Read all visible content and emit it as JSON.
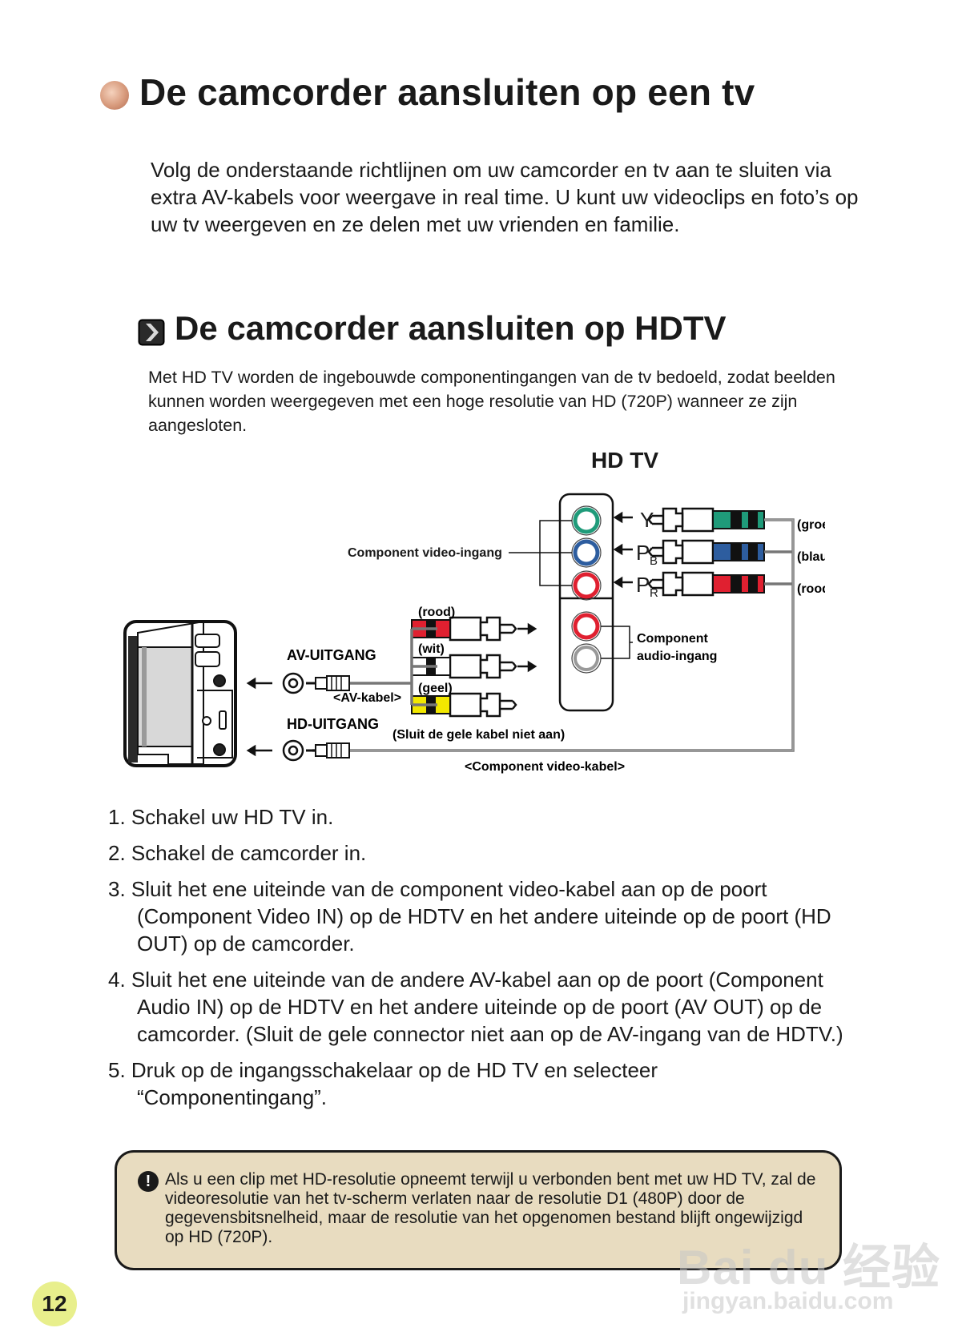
{
  "heading": "De camcorder aansluiten op een tv",
  "intro": "Volg de onderstaande richtlijnen om uw camcorder en tv aan te sluiten via extra AV-kabels voor weergave in real time. U kunt uw videoclips en foto’s op uw tv weergeven en ze delen met uw vrienden en familie.",
  "subheading": "De camcorder aansluiten op HDTV",
  "subheading_text": "Met HD TV worden de ingebouwde componentingangen van de tv bedoeld, zodat beelden kunnen worden weergegeven met een hoge resolutie van HD (720P) wanneer ze zijn aangesloten.",
  "diagram": {
    "tv_label": "HD TV",
    "component_video_in": "Component video-ingang",
    "y_label": "Y",
    "pb_label": "P",
    "pb_sub": "B",
    "pr_label": "P",
    "pr_sub": "R",
    "groen": "(groen)",
    "blauw": "(blauw)",
    "rood_right": "(rood)",
    "rood_left": "(rood)",
    "wit": "(wit)",
    "geel": "(geel)",
    "av_out": "AV-UITGANG",
    "hd_out": "HD-UITGANG",
    "av_cable": "<AV-kabel>",
    "component_audio_1": "Component",
    "component_audio_2": "audio-ingang",
    "yellow_note": "(Sluit de gele kabel niet aan)",
    "component_cable": "<Component video-kabel>",
    "colors": {
      "green": "#1f9b7a",
      "blue": "#2d5d9f",
      "red": "#e02030",
      "yellow": "#f2e800",
      "white": "#ffffff"
    }
  },
  "steps": [
    "1. Schakel uw HD TV in.",
    "2. Schakel de camcorder in.",
    "3. Sluit het ene uiteinde van de component video-kabel aan op de poort (Component Video IN) op de HDTV en het andere uiteinde op de poort (HD OUT) op de camcorder.",
    "4. Sluit het ene uiteinde van de andere AV-kabel aan op de poort (Component Audio IN) op de HDTV en het andere uiteinde op de poort (AV OUT) op de camcorder. (Sluit de gele connector niet aan op de AV-ingang van de HDTV.)",
    "5. Druk op de ingangsschakelaar op de HD TV en selecteer “Componentingang”."
  ],
  "note": "Als u een clip met HD-resolutie opneemt terwijl u verbonden bent met uw HD TV, zal de videoresolutie van het tv-scherm verlaten naar de resolutie D1 (480P) door de gegevensbitsnelheid, maar de resolutie van het opgenomen bestand blijft ongewijzigd op HD (720P).",
  "note_icon": "!",
  "page_number": "12",
  "watermark": {
    "line1": "Bai du 经验",
    "line2": "jingyan.baidu.com"
  }
}
